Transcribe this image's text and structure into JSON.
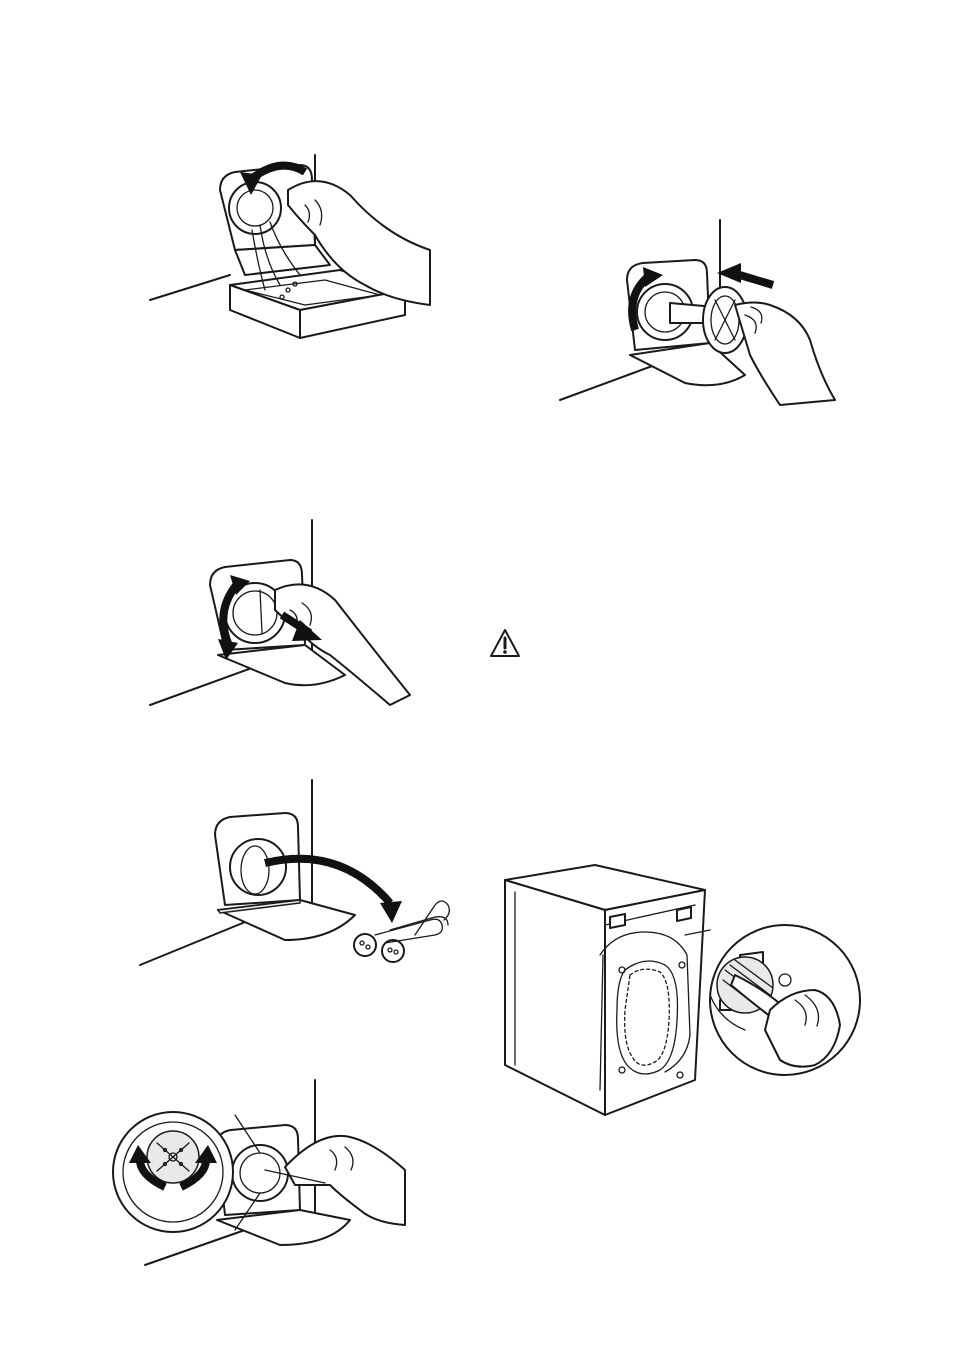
{
  "page": {
    "background": "#ffffff",
    "line_color": "#1a1a1a"
  },
  "illustrations": [
    {
      "key": "drain-water-into-container",
      "icon": "rotate-ccw-arrow-icon"
    },
    {
      "key": "remove-filter",
      "icon": "rotate-and-pull-arrow-icon"
    },
    {
      "key": "remove-foreign-objects",
      "icon": "curved-arrow-icon"
    },
    {
      "key": "check-pump-impeller",
      "icon": "rotate-both-ways-icon"
    },
    {
      "key": "reinsert-filter",
      "icon": "push-and-rotate-arrow-icon"
    },
    {
      "key": "clean-inlet-filter",
      "icon": "brush-icon"
    }
  ],
  "warning": {
    "icon": "warning-triangle-icon"
  }
}
